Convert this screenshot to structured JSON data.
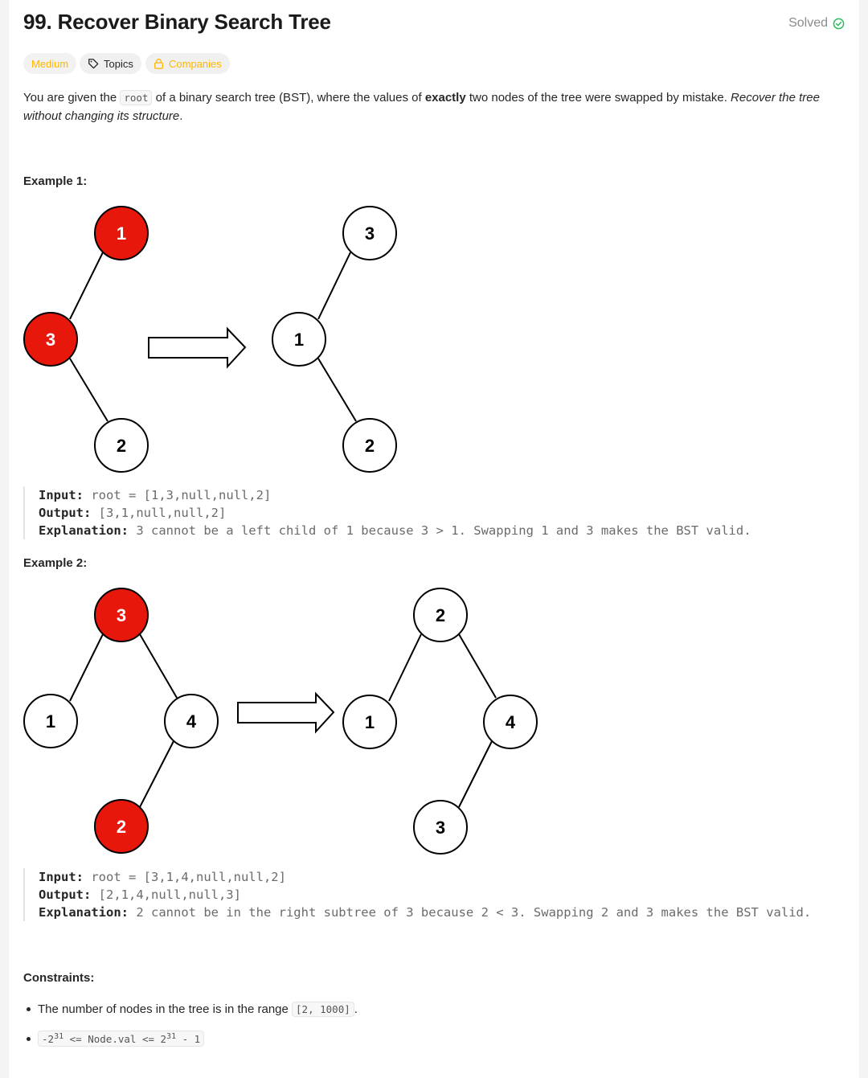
{
  "problem": {
    "title": "99. Recover Binary Search Tree",
    "status_label": "Solved",
    "tags": {
      "difficulty": "Medium",
      "topics": "Topics",
      "companies": "Companies"
    },
    "description": {
      "part1": "You are given the ",
      "code_root": "root",
      "part2": " of a binary search tree (BST), where the values of ",
      "bold": "exactly",
      "part3": " two nodes of the tree were swapped by mistake. ",
      "italic": "Recover the tree without changing its structure",
      "part4": "."
    }
  },
  "examples": [
    {
      "heading": "Example 1:",
      "input_label": "Input:",
      "input_value": "root = [1,3,null,null,2]",
      "output_label": "Output:",
      "output_value": "[3,1,null,null,2]",
      "explanation_label": "Explanation:",
      "explanation_value": "3 cannot be a left child of 1 because 3 > 1. Swapping 1 and 3 makes the BST valid.",
      "before_nodes": [
        {
          "label": "1",
          "highlight": true
        },
        {
          "label": "3",
          "highlight": true
        },
        {
          "label": "2",
          "highlight": false
        }
      ],
      "after_nodes": [
        {
          "label": "3",
          "highlight": false
        },
        {
          "label": "1",
          "highlight": false
        },
        {
          "label": "2",
          "highlight": false
        }
      ]
    },
    {
      "heading": "Example 2:",
      "input_label": "Input:",
      "input_value": "root = [3,1,4,null,null,2]",
      "output_label": "Output:",
      "output_value": "[2,1,4,null,null,3]",
      "explanation_label": "Explanation:",
      "explanation_value": "2 cannot be in the right subtree of 3 because 2 < 3. Swapping 2 and 3 makes the BST valid.",
      "before_nodes": [
        {
          "label": "3",
          "highlight": true
        },
        {
          "label": "1",
          "highlight": false
        },
        {
          "label": "4",
          "highlight": false
        },
        {
          "label": "2",
          "highlight": true
        }
      ],
      "after_nodes": [
        {
          "label": "2",
          "highlight": false
        },
        {
          "label": "1",
          "highlight": false
        },
        {
          "label": "4",
          "highlight": false
        },
        {
          "label": "3",
          "highlight": false
        }
      ]
    }
  ],
  "constraints": {
    "heading": "Constraints:",
    "item1_text": "The number of nodes in the tree is in the range ",
    "item1_code": "[2, 1000]",
    "item1_end": ".",
    "item2": {
      "neg": "-2",
      "exp1": "31",
      "mid": " <= Node.val <= 2",
      "exp2": "31",
      "tail": " - 1"
    }
  },
  "colors": {
    "highlight_node": "#e8170c",
    "accent": "#ffb700",
    "solved_green": "#2cbb5d"
  }
}
